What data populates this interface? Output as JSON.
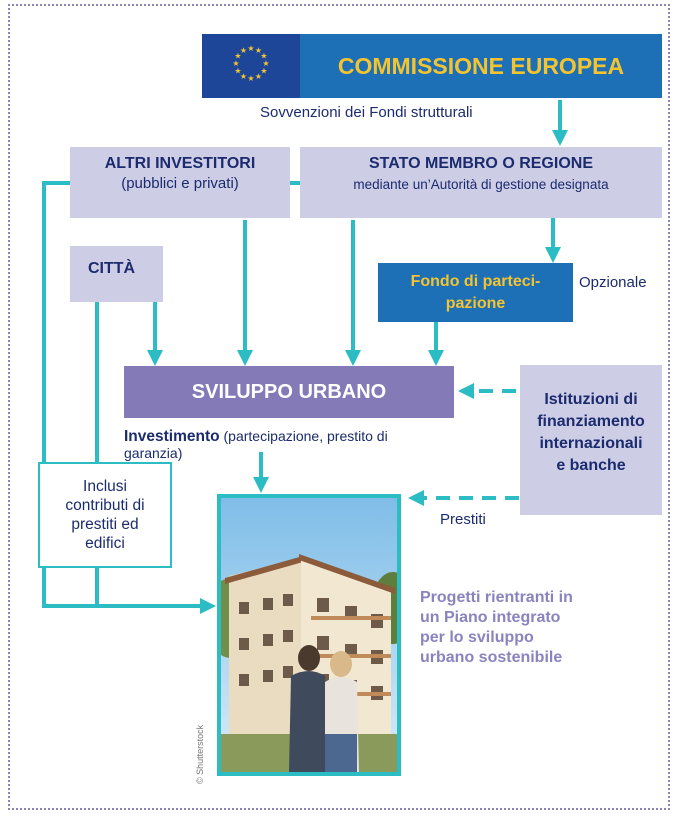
{
  "header": {
    "title": "COMMISSIONE EUROPEA",
    "subtitle": "Sovvenzioni dei Fondi strutturali"
  },
  "nodes": {
    "altri_investitori": {
      "title": "ALTRI INVESTITORI",
      "subtitle": "(pubblici e privati)"
    },
    "stato_membro": {
      "title": "STATO MEMBRO O REGIONE",
      "subtitle": "mediante un’Autorità di gestione designata"
    },
    "citta": {
      "title": "CITTÀ"
    },
    "fondo": {
      "title": "Fondo di parteci-pazione",
      "line1": "Fondo di parteci-",
      "line2": "pazione",
      "note": "Opzionale"
    },
    "sviluppo_urbano": {
      "title": "SVILUPPO URBANO"
    },
    "istituzioni": {
      "line1": "Istituzioni di",
      "line2": "finanziamento",
      "line3": "internazionali",
      "line4": "e banche"
    },
    "investimento": {
      "bold": "Investimento",
      "rest": " (partecipazione, prestito di",
      "line2": "garanzia)"
    },
    "inclusi": {
      "line1": "Inclusi",
      "line2": "contributi di",
      "line3": "prestiti ed",
      "line4": "edifici"
    },
    "prestiti": "Prestiti",
    "progetti": {
      "line1": "Progetti rientranti in",
      "line2": "un Piano integrato",
      "line3": "per lo sviluppo",
      "line4": "urbano sostenibile"
    },
    "photo_credit": "© Shutterstock"
  },
  "colors": {
    "teal": "#2cbdc4",
    "navy": "#1b2b6e",
    "lavender": "#cdcde6",
    "purple": "#837ab7",
    "blue": "#1d6fb6",
    "yellow": "#f4c430"
  }
}
